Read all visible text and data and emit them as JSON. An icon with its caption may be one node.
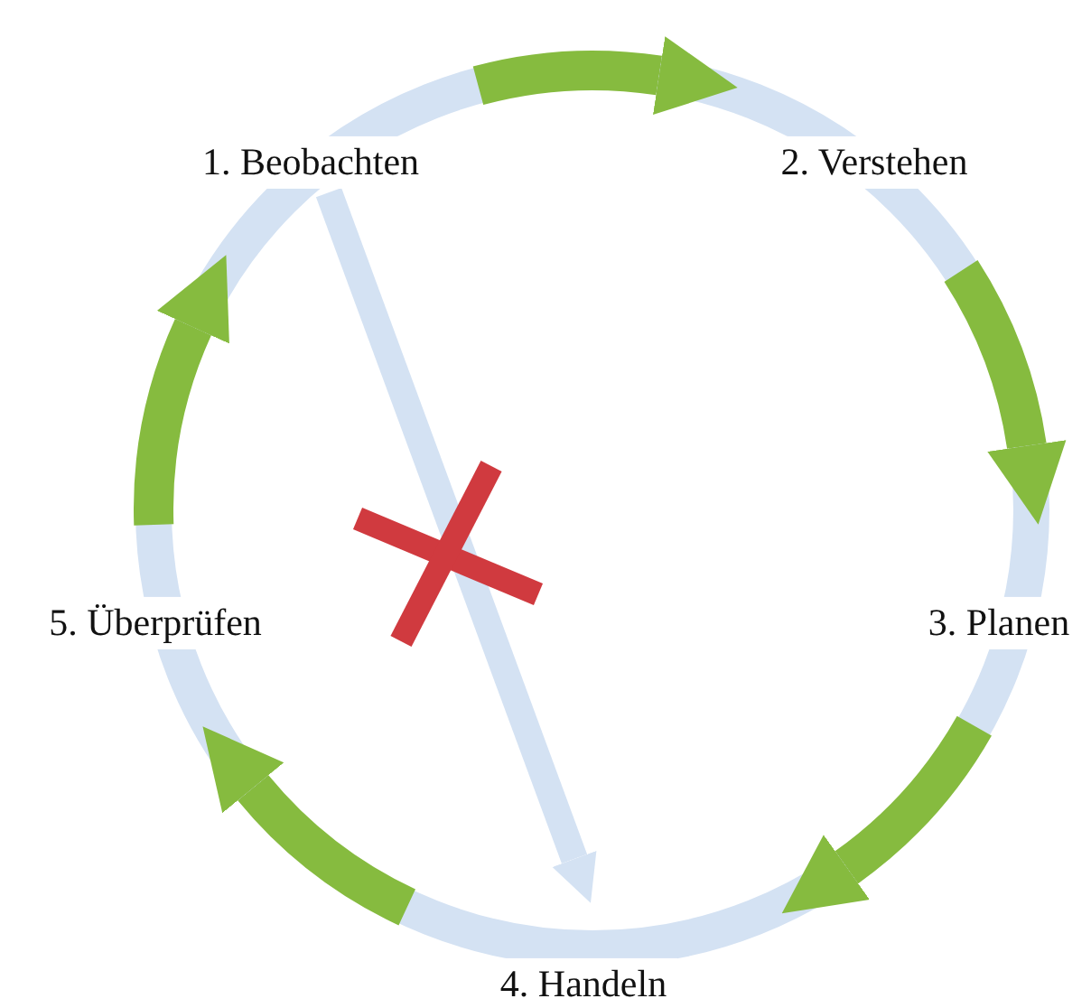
{
  "diagram": {
    "nodes": [
      {
        "text": [
          "1. Beobachten"
        ]
      },
      {
        "text": [
          "2. Verstehen"
        ]
      },
      {
        "text": [
          "3. Planen"
        ]
      },
      {
        "text": [
          "4. Handeln"
        ]
      },
      {
        "text": [
          "5. Überprüfen"
        ]
      }
    ],
    "edges": [
      {
        "from": 0,
        "to": 1,
        "arrow": "to"
      },
      {
        "from": 1,
        "to": 2,
        "arrow": "to"
      },
      {
        "from": 2,
        "to": 3,
        "arrow": "to"
      },
      {
        "from": 3,
        "to": 4,
        "arrow": "to"
      },
      {
        "from": 4,
        "to": 0,
        "arrow": "to"
      },
      {
        "from": 0,
        "to": 3,
        "arrow": "to",
        "color": "#d4e2f3"
      }
    ]
  }
}
